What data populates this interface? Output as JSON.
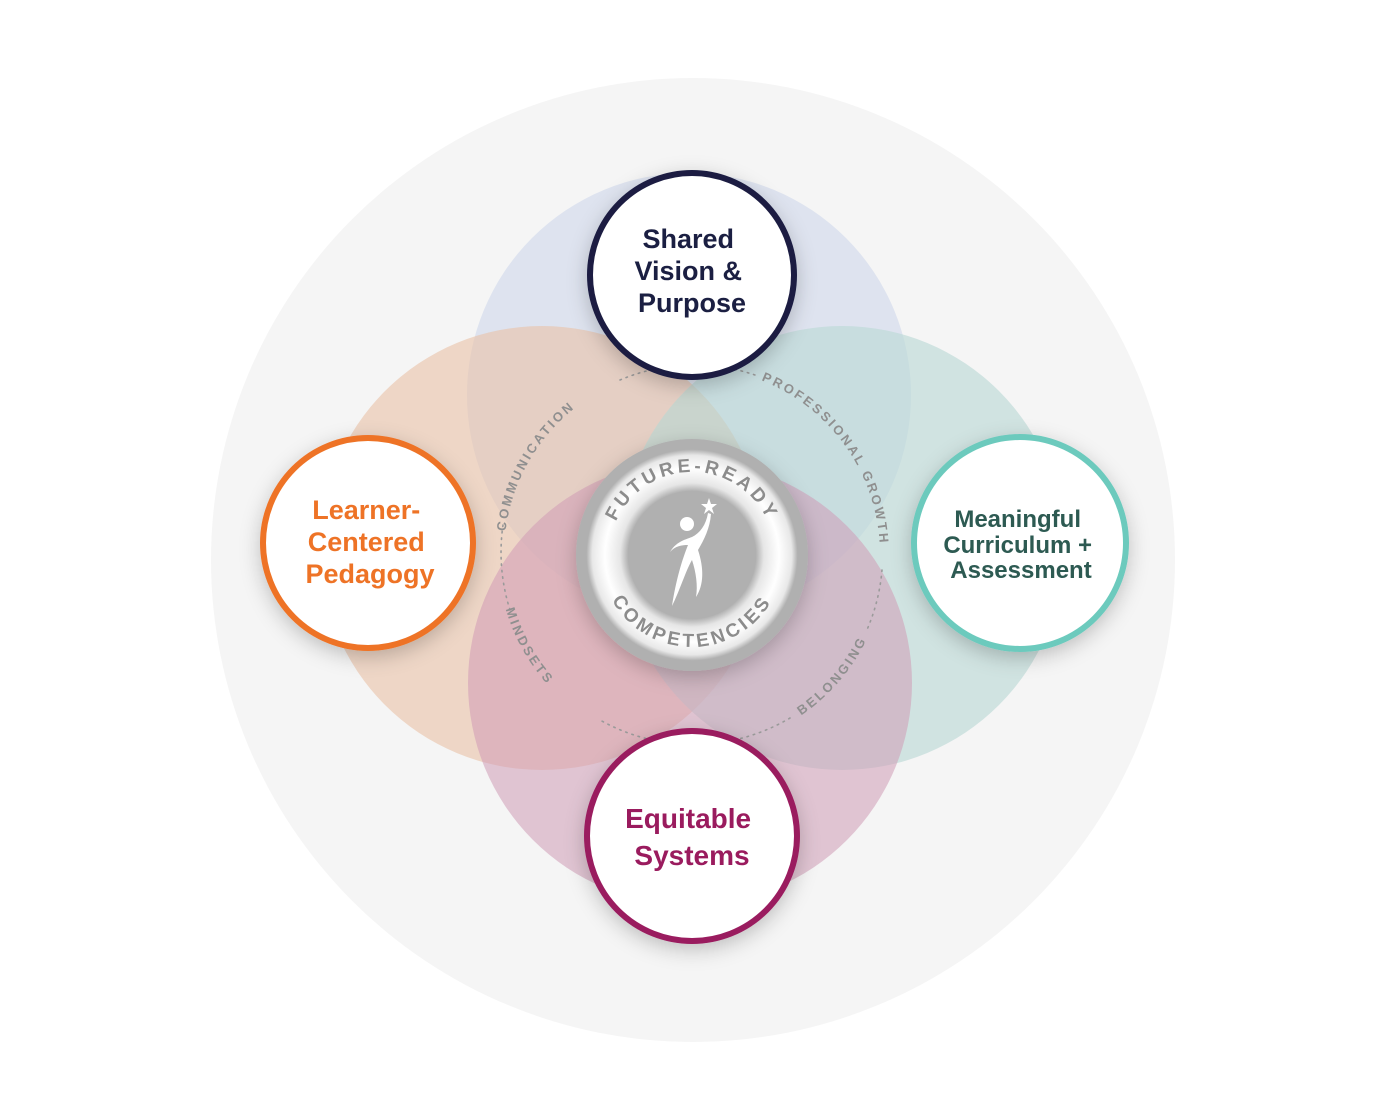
{
  "nodes": {
    "top": {
      "lines": [
        "Shared",
        "Vision &",
        "Purpose"
      ],
      "color": "#1b1f42"
    },
    "left": {
      "lines": [
        "Learner-",
        "Centered",
        "Pedagogy"
      ],
      "color": "#ee7326"
    },
    "right": {
      "lines": [
        "Meaningful",
        "Curriculum +",
        "Assessment"
      ],
      "color": "#2d5a52",
      "border": "#6ccabd"
    },
    "bottom": {
      "lines": [
        "Equitable",
        "Systems"
      ],
      "color": "#9a1b5e"
    }
  },
  "ring_labels": {
    "communication": "COMMUNICATION",
    "professional_growth": "PROFESSIONAL GROWTH",
    "mindsets": "MINDSETS",
    "belonging": "BELONGING"
  },
  "badge": {
    "top_text": "FUTURE-READY",
    "bottom_text": "COMPETENCIES",
    "icon": "reaching-person-star-icon"
  }
}
